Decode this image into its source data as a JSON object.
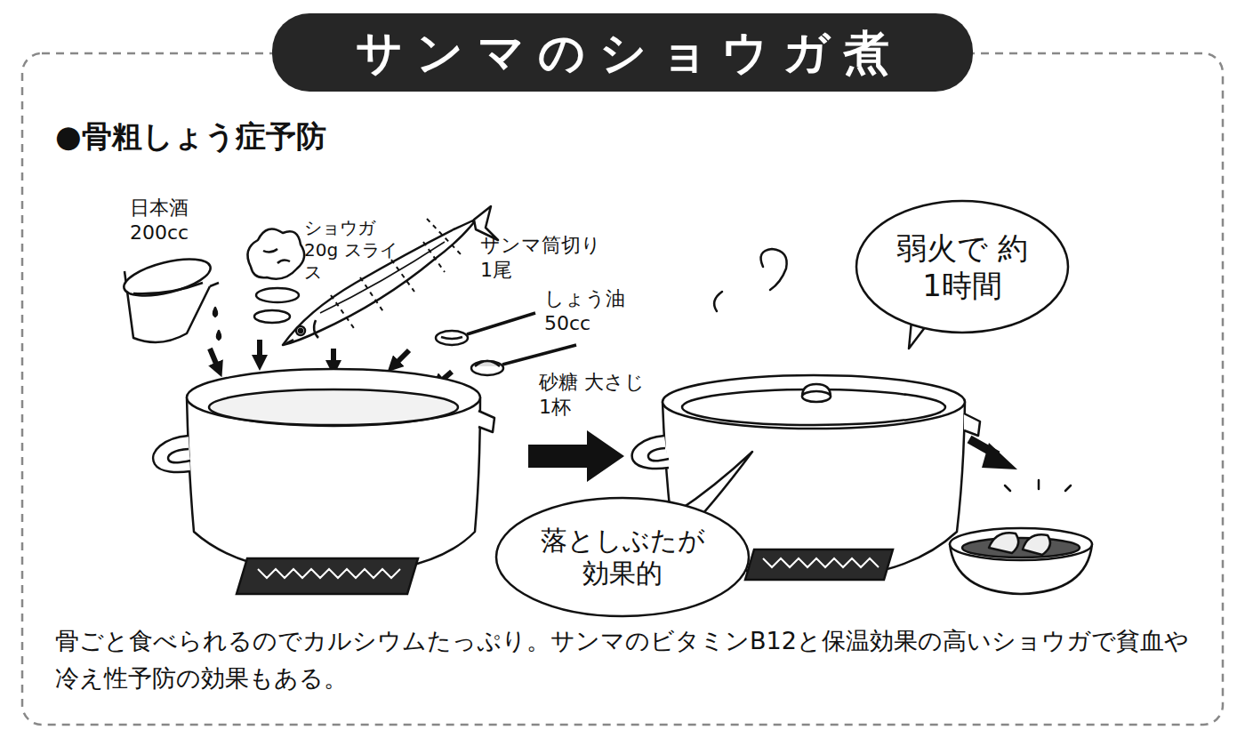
{
  "diagram": {
    "title": "サンマのショウガ煮",
    "caption": "骨ごと食べられるのでカルシウムたっぷり。サンマのビタミンB12と保温効果の高いショウガで貧血や冷え性予防の効果もある。",
    "nodes": [
      {
        "text": [
          "弱火で 約1時間"
        ]
      },
      {
        "text": [
          "落としぶたが 効果的"
        ]
      }
    ],
    "labels": [
      "●骨粗しょう症予防",
      "日本酒 200cc",
      "ショウガ20g スライス",
      "サンマ筒切り 1尾",
      "しょう油 50cc",
      "砂糖 大さじ1杯"
    ]
  }
}
